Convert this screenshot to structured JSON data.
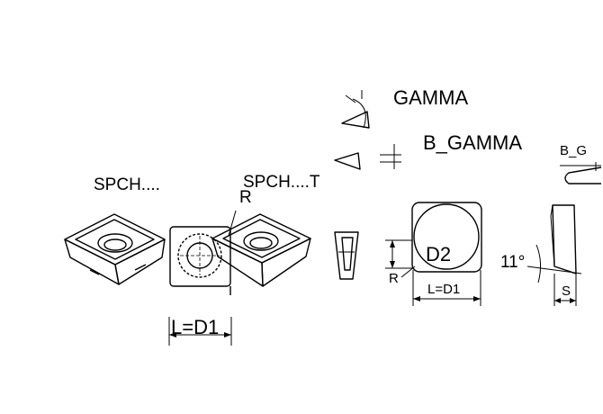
{
  "labels": {
    "gamma": "GAMMA",
    "b_gamma": "B_GAMMA",
    "b_g": "B_G",
    "spch": "SPCH....",
    "spch_t": "SPCH....T",
    "r_top": "R",
    "r_bottom": "R",
    "d2": "D2",
    "l_d1_left": "L=D1",
    "l_d1_right": "L=D1",
    "angle_11": "11°",
    "s": "S"
  },
  "colors": {
    "line": "#000000",
    "background": "#ffffff"
  }
}
